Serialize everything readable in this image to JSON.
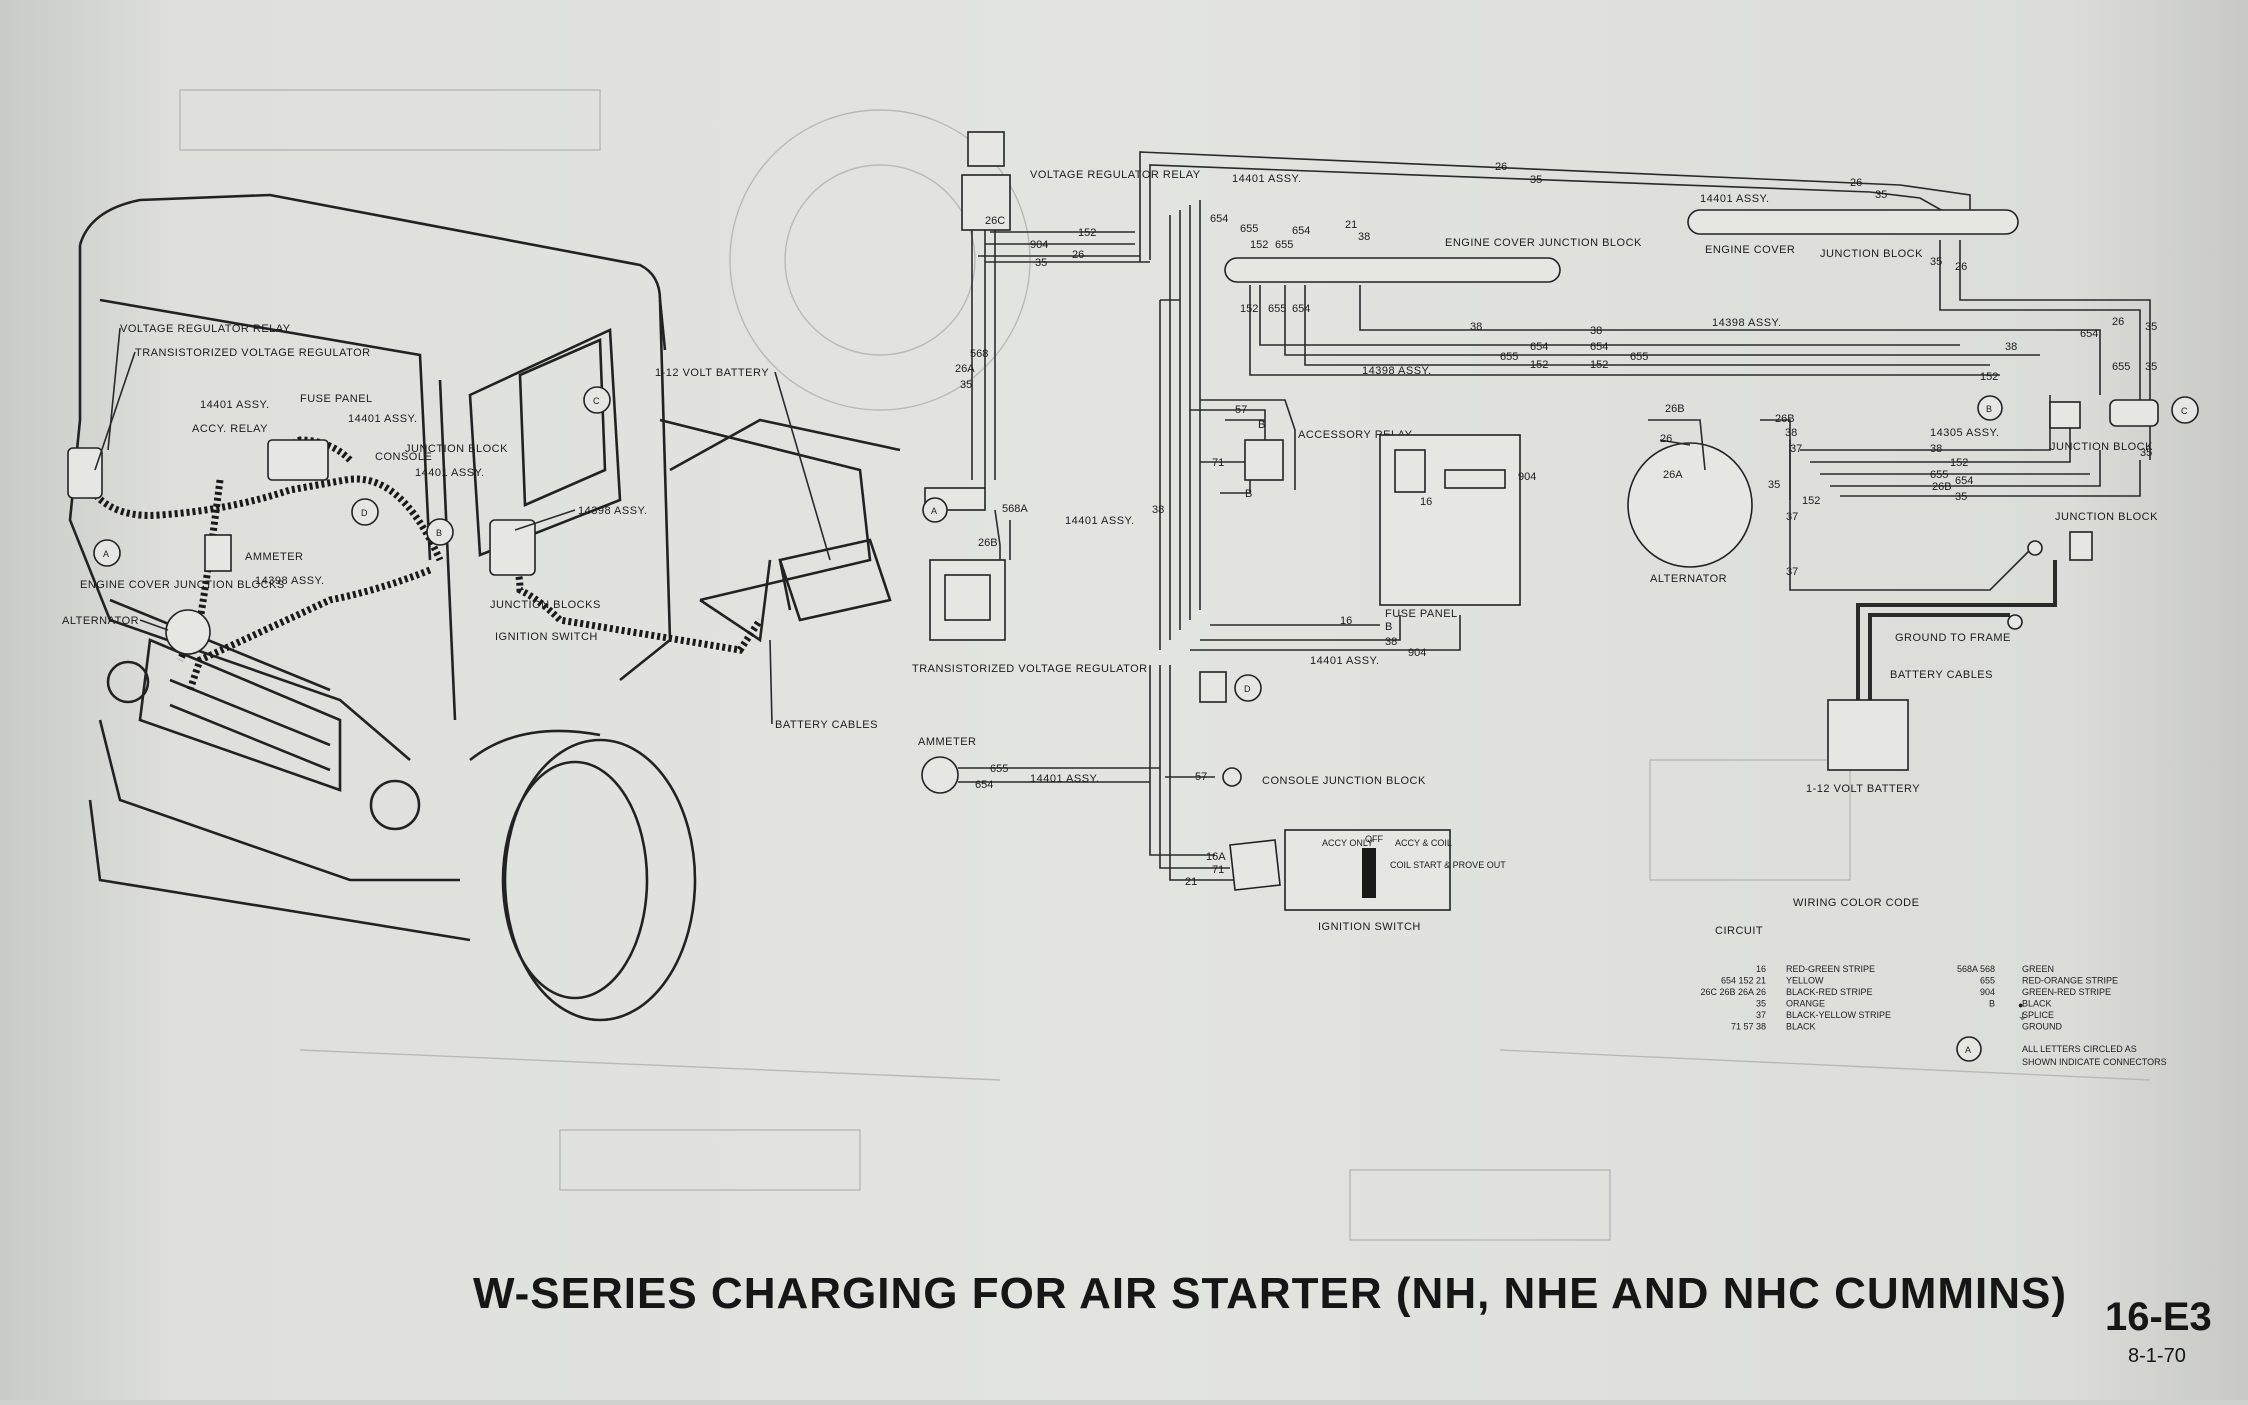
{
  "title": "W-SERIES CHARGING FOR AIR STARTER (NH, NHE AND NHC CUMMINS)",
  "page_number": "16-E3",
  "date": "8-1-70",
  "truck_callouts": {
    "voltage_regulator_relay": "VOLTAGE REGULATOR RELAY",
    "transistorized_voltage_regulator": "TRANSISTORIZED VOLTAGE REGULATOR",
    "assy_14401_a": "14401 ASSY.",
    "fuse_panel": "FUSE PANEL",
    "assy_14401_b": "14401 ASSY.",
    "accy_relay": "ACCY. RELAY",
    "junction_block": "JUNCTION BLOCK",
    "console": "CONSOLE",
    "assy_14401_c": "14401 ASSY.",
    "assy_14398_a": "14398 ASSY.",
    "ammeter": "AMMETER",
    "engine_cover_junction_blocks": "ENGINE COVER JUNCTION BLOCKS",
    "assy_14398_b": "14398 ASSY.",
    "alternator": "ALTERNATOR",
    "junction_blocks": "JUNCTION BLOCKS",
    "ignition_switch": "IGNITION SWITCH",
    "battery": "1-12 VOLT BATTERY",
    "battery_cables": "BATTERY CABLES",
    "conn_a": "A",
    "conn_b": "B",
    "conn_c": "C",
    "conn_d": "D"
  },
  "schematic": {
    "voltage_regulator_relay": "VOLTAGE REGULATOR RELAY",
    "transistorized_voltage_regulator": "TRANSISTORIZED VOLTAGE REGULATOR",
    "ammeter": "AMMETER",
    "assy_14401_top": "14401 ASSY.",
    "assy_14401_right": "14401 ASSY.",
    "assy_14401_mid": "14401 ASSY.",
    "assy_14401_fuse": "14401 ASSY.",
    "assy_14401_ammeter": "14401 ASSY.",
    "assy_14398_top": "14398 ASSY.",
    "assy_14398_right": "14398 ASSY.",
    "assy_14305": "14305 ASSY.",
    "engine_cover_junction_block": "ENGINE COVER JUNCTION BLOCK",
    "engine_cover": "ENGINE COVER",
    "junction_block_right": "JUNCTION BLOCK",
    "accessory_relay": "ACCESSORY RELAY",
    "fuse_panel": "FUSE PANEL",
    "console_junction_block": "CONSOLE JUNCTION BLOCK",
    "ignition_switch": "IGNITION SWITCH",
    "alternator": "ALTERNATOR",
    "junction_block_small": "JUNCTION BLOCK",
    "junction_block_lower": "JUNCTION BLOCK",
    "ground_to_frame": "GROUND TO FRAME",
    "battery_cables": "BATTERY CABLES",
    "battery": "1-12 VOLT BATTERY",
    "sw_accy_only": "ACCY ONLY",
    "sw_off": "OFF",
    "sw_accy_coil": "ACCY & COIL",
    "sw_coil_start": "COIL START & PROVE OUT",
    "wires": {
      "w26": "26",
      "w35": "35",
      "w152": "152",
      "w904": "904",
      "w26c": "26C",
      "w654": "654",
      "w655": "655",
      "w21": "21",
      "w38": "38",
      "w568": "568",
      "w26a": "26A",
      "w568a": "568A",
      "w26b": "26B",
      "w57": "57",
      "w71": "71",
      "w16": "16",
      "w16a": "16A",
      "wB": "B"
    }
  },
  "legend": {
    "heading": "WIRING COLOR CODE",
    "circuit_label": "CIRCUIT",
    "left_rows": [
      {
        "circuits": "16",
        "color": "RED-GREEN STRIPE"
      },
      {
        "circuits": "654   152   21",
        "color": "YELLOW"
      },
      {
        "circuits": "26C   26B   26A   26",
        "color": "BLACK-RED STRIPE"
      },
      {
        "circuits": "35",
        "color": "ORANGE"
      },
      {
        "circuits": "37",
        "color": "BLACK-YELLOW STRIPE"
      },
      {
        "circuits": "71   57   38",
        "color": "BLACK"
      }
    ],
    "right_rows": [
      {
        "circuits": "568A   568",
        "color": "GREEN"
      },
      {
        "circuits": "655",
        "color": "RED-ORANGE STRIPE"
      },
      {
        "circuits": "904",
        "color": "GREEN-RED STRIPE"
      },
      {
        "circuits": "B",
        "color": "BLACK"
      },
      {
        "circuits": "",
        "color": "SPLICE"
      },
      {
        "circuits": "",
        "color": "GROUND"
      }
    ],
    "connector_note_symbol": "A",
    "connector_note": "ALL LETTERS CIRCLED AS SHOWN INDICATE CONNECTORS"
  }
}
